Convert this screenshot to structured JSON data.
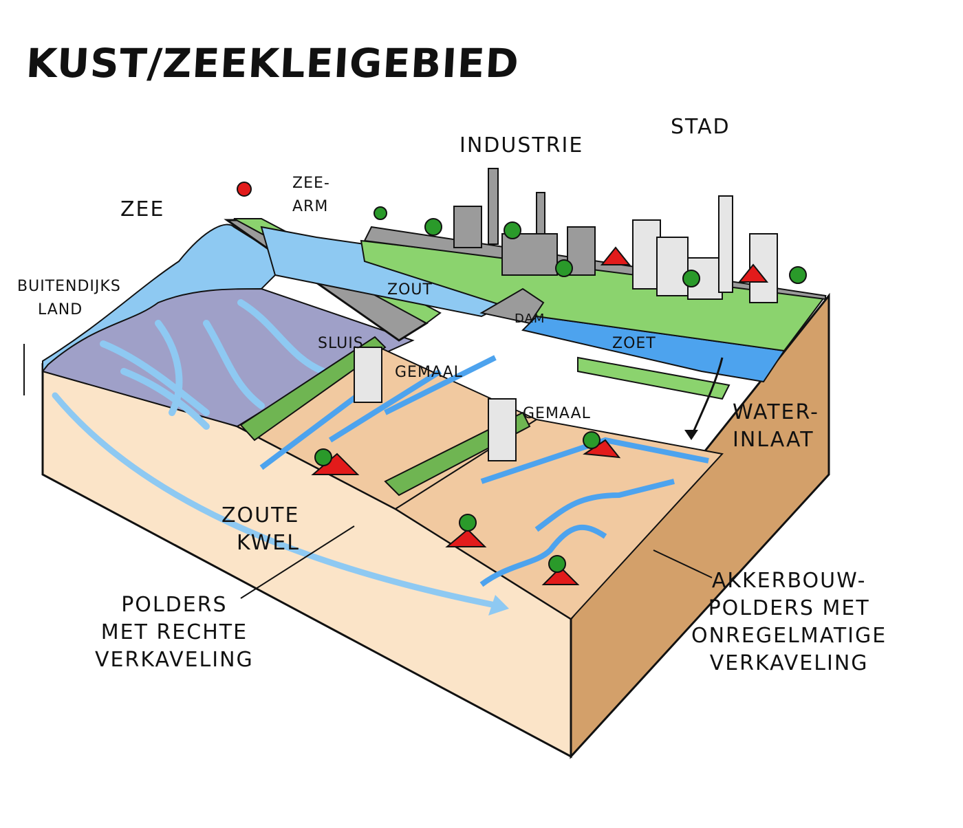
{
  "title": "KUST/ZEEKLEIGEBIED",
  "labels": {
    "zee": "ZEE",
    "zeearm": [
      "ZEE-",
      "ARM"
    ],
    "industrie": "INDUSTRIE",
    "stad": "STAD",
    "buitendijks": [
      "BUITENDIJKS",
      "LAND"
    ],
    "zout": "ZOUT",
    "dam": "DAM",
    "zoet": "ZOET",
    "sluis": "SLUIS",
    "gemaal1": "GEMAAL",
    "gemaal2": "GEMAAL",
    "waterinlaat": [
      "WATER-",
      "INLAAT"
    ],
    "zoutekwel": [
      "ZOUTE",
      "KWEL"
    ],
    "polders_recht": [
      "POLDERS",
      "MET RECHTE",
      "VERKAVELING"
    ],
    "akkerbouw": [
      "AKKERBOUW-",
      "POLDERS MET",
      "ONREGELMATIGE",
      "VERKAVELING"
    ]
  },
  "colors": {
    "sea": "#8ec9f2",
    "water": "#4da3ee",
    "mudflat": "#9fa0c8",
    "dike": "#8bd36e",
    "dike_side": "#6fb552",
    "soil_front": "#fbe4c8",
    "soil_side": "#d3a06a",
    "field": "#f1c9a0",
    "industry": "#9b9b9b",
    "roof": "#e21b1b",
    "tree": "#2a9a2a"
  }
}
